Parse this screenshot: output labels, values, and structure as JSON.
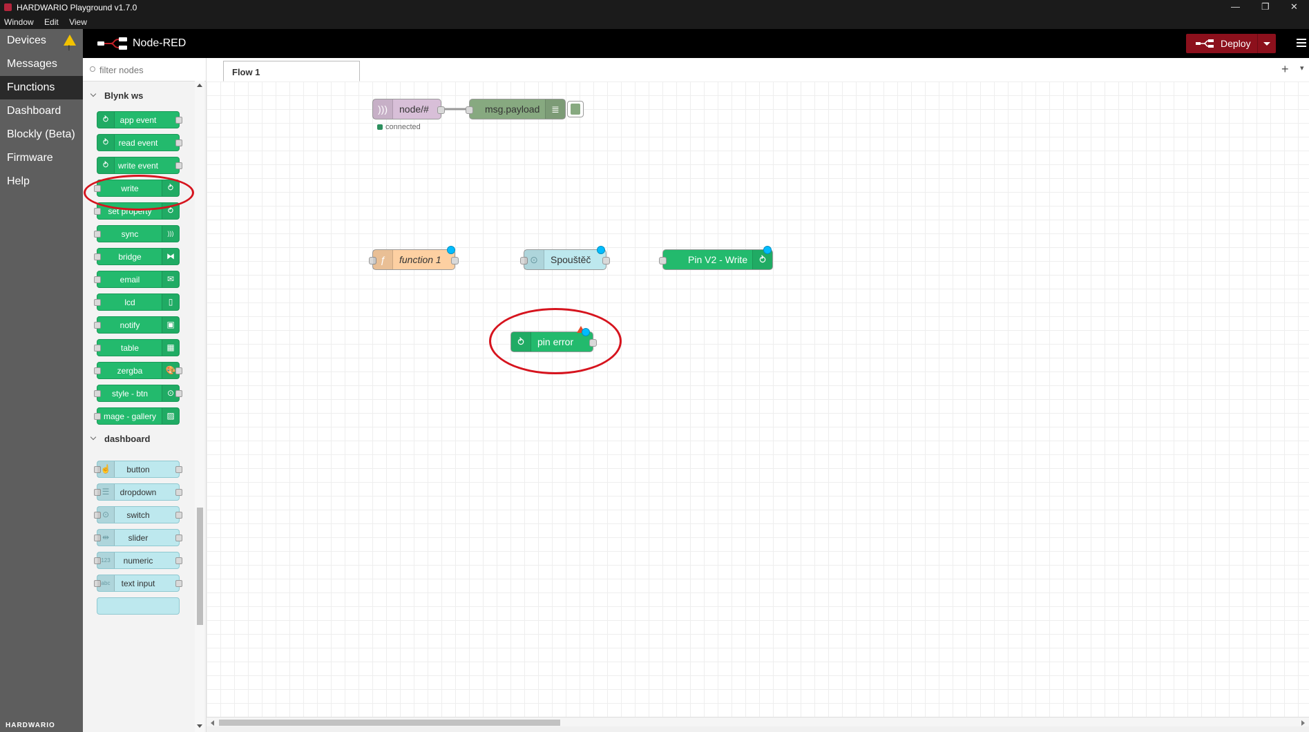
{
  "window": {
    "title": "HARDWARIO Playground v1.7.0",
    "menu": [
      "Window",
      "Edit",
      "View"
    ],
    "controls": {
      "minimize": "—",
      "restore": "❐",
      "close": "✕"
    }
  },
  "app_nav": {
    "items": [
      {
        "label": "Devices",
        "warning": true
      },
      {
        "label": "Messages"
      },
      {
        "label": "Functions",
        "active": true
      },
      {
        "label": "Dashboard"
      },
      {
        "label": "Blockly (Beta)"
      },
      {
        "label": "Firmware"
      },
      {
        "label": "Help"
      }
    ],
    "brand": "HARDWARIO"
  },
  "header": {
    "title": "Node-RED",
    "deploy_label": "Deploy"
  },
  "palette": {
    "filter_placeholder": "filter nodes",
    "categories": [
      {
        "name": "Blynk ws",
        "nodes": [
          {
            "label": "app event",
            "icon": "blynk-icon"
          },
          {
            "label": "read event",
            "icon": "blynk-icon"
          },
          {
            "label": "write event",
            "icon": "blynk-icon"
          },
          {
            "label": "write",
            "icon": "blynk-icon"
          },
          {
            "label": "set property",
            "icon": "blynk-icon"
          },
          {
            "label": "sync",
            "icon": "wave-icon"
          },
          {
            "label": "bridge",
            "icon": "bridge-icon"
          },
          {
            "label": "email",
            "icon": "envelope-icon"
          },
          {
            "label": "lcd",
            "icon": "lcd-icon"
          },
          {
            "label": "notify",
            "icon": "phone-icon"
          },
          {
            "label": "table",
            "icon": "table-icon"
          },
          {
            "label": "zergba",
            "icon": "color-icon"
          },
          {
            "label": "style - btn",
            "icon": "toggle-icon"
          },
          {
            "label": "mage - gallery",
            "icon": "image-icon"
          }
        ]
      },
      {
        "name": "dashboard",
        "nodes": [
          {
            "label": "button",
            "icon": "hand-icon"
          },
          {
            "label": "dropdown",
            "icon": "list-icon"
          },
          {
            "label": "switch",
            "icon": "toggle-icon"
          },
          {
            "label": "slider",
            "icon": "slider-icon"
          },
          {
            "label": "numeric",
            "icon": "number-icon"
          },
          {
            "label": "text input",
            "icon": "text-icon"
          }
        ]
      }
    ]
  },
  "tabs": [
    {
      "label": "Flow 1",
      "active": true
    }
  ],
  "flow_nodes": {
    "mqtt_in": {
      "label": "node/#",
      "status": "connected"
    },
    "debug": {
      "label": "msg.payload"
    },
    "function": {
      "label": "function 1"
    },
    "switch": {
      "label": "Spouštěč"
    },
    "pin_write": {
      "label": "Pin V2 - Write"
    },
    "pin_error": {
      "label": "pin error"
    }
  },
  "icons": {
    "blynk": "⥁",
    "wave": ")))",
    "bridge": "⧓",
    "envelope": "✉",
    "lcd": "▯",
    "phone": "▣",
    "table": "▦",
    "color": "🎨",
    "toggle": "⊙",
    "image": "▨",
    "hand": "☝",
    "list": "☰",
    "slider": "⇹",
    "number": "123",
    "text": "abc",
    "function": "ƒ",
    "debug": "≣"
  },
  "colors": {
    "deploy": "#8c101c",
    "blynk_node": "#23ba6d",
    "dashboard_node": "#bde8ee",
    "highlight": "#d6141e"
  }
}
